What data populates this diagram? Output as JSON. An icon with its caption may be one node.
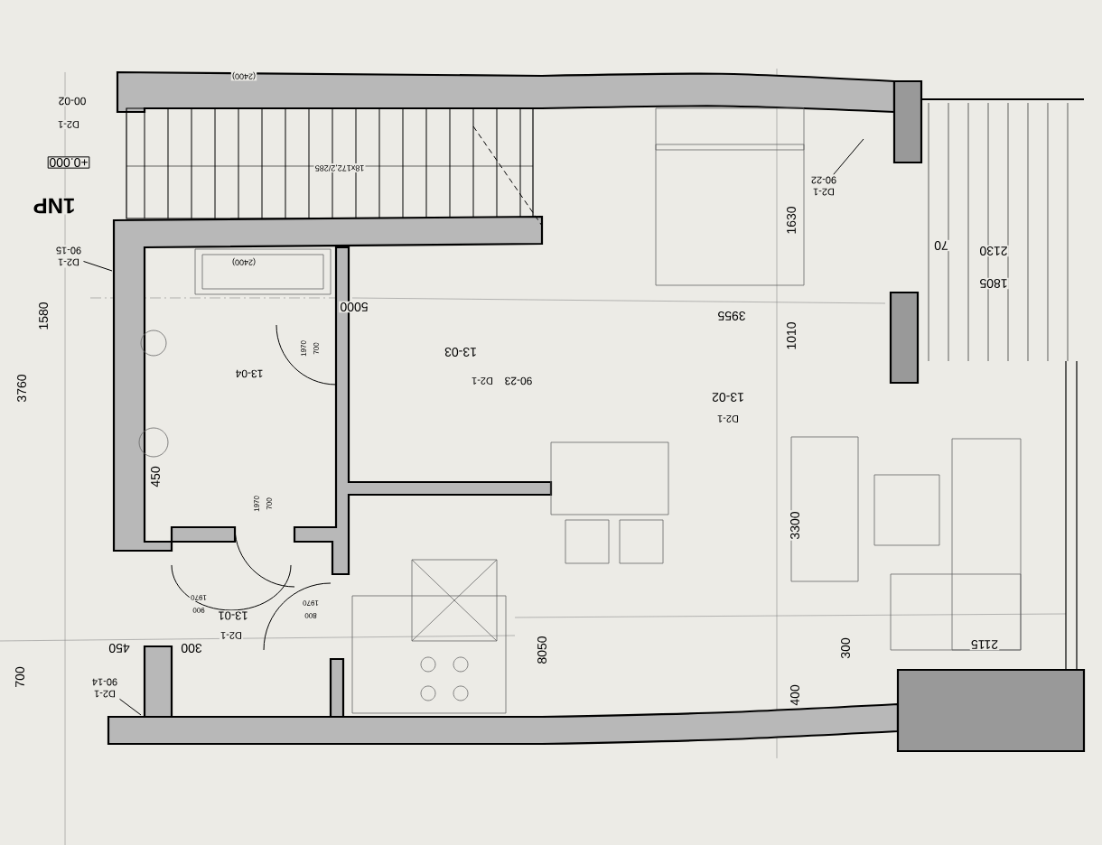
{
  "diagram": {
    "nodes": [
      {
        "text": [
          "D2-1",
          "90-15"
        ]
      },
      {
        "text": [
          "D2-1",
          "90-22"
        ]
      },
      {
        "text": [
          "D2-1",
          "90-14"
        ]
      }
    ],
    "edges": [
      {
        "from": 0,
        "to": null,
        "arrow": "none"
      },
      {
        "from": 1,
        "to": null,
        "arrow": "none"
      },
      {
        "from": 2,
        "to": null,
        "arrow": "none"
      }
    ],
    "labels": [
      "(2400)",
      "00-02",
      "D2-1",
      "+0.000",
      "1NP",
      "18x172,2/285",
      "(2400)",
      "5000",
      "1580",
      "3760",
      "13-03",
      "90-23",
      "D2-1",
      "700",
      "1970",
      "13-04",
      "450",
      "700",
      "1970",
      "1970",
      "900",
      "13-01",
      "D2-1",
      "1970",
      "800",
      "300",
      "450",
      "700",
      "8050",
      "1630",
      "3955",
      "1010",
      "70",
      "2130",
      "1805",
      "13-02",
      "D2-1",
      "3300",
      "300",
      "2115",
      "400"
    ]
  }
}
